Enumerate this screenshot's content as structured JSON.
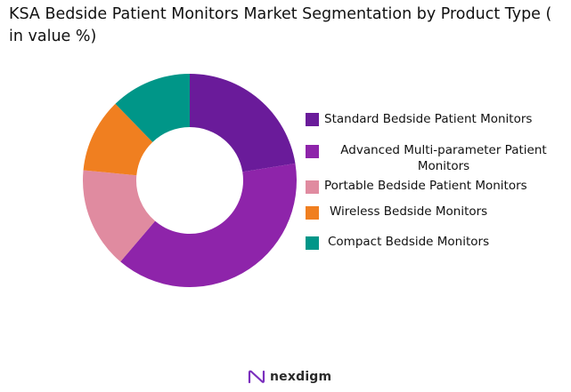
{
  "title": "KSA Bedside Patient Monitors Market Segmentation by Product Type ( in value %)",
  "chart_data": {
    "type": "pie",
    "variant": "donut",
    "title": "KSA Bedside Patient Monitors Market Segmentation by Product Type ( in value %)",
    "categories": [
      "Standard Bedside Patient Monitors",
      "Advanced Multi-parameter Patient Monitors",
      "Portable Bedside Patient Monitors",
      "Wireless Bedside Monitors",
      "Compact Bedside Monitors"
    ],
    "values": [
      22,
      38,
      15,
      11,
      12
    ],
    "colors": [
      "#6a1b9a",
      "#8e24aa",
      "#e08ba0",
      "#f07f20",
      "#009688"
    ],
    "legend_position": "right",
    "start_angle_deg": 0,
    "direction": "clockwise"
  },
  "legend": {
    "items": [
      {
        "label": "Standard Bedside Patient Monitors",
        "color": "#6a1b9a",
        "icon": "legend-swatch"
      },
      {
        "label": "Advanced Multi-parameter Patient Monitors",
        "color": "#8e24aa",
        "icon": "legend-swatch"
      },
      {
        "label": "Portable Bedside Patient Monitors",
        "color": "#e08ba0",
        "icon": "legend-swatch"
      },
      {
        "label": "Wireless Bedside Monitors",
        "color": "#f07f20",
        "icon": "legend-swatch"
      },
      {
        "label": "Compact Bedside Monitors",
        "color": "#009688",
        "icon": "legend-swatch"
      }
    ]
  },
  "brand": {
    "name": "nexdigm",
    "icon": "nexdigm-logo-icon",
    "color": "#7b2fbe"
  }
}
